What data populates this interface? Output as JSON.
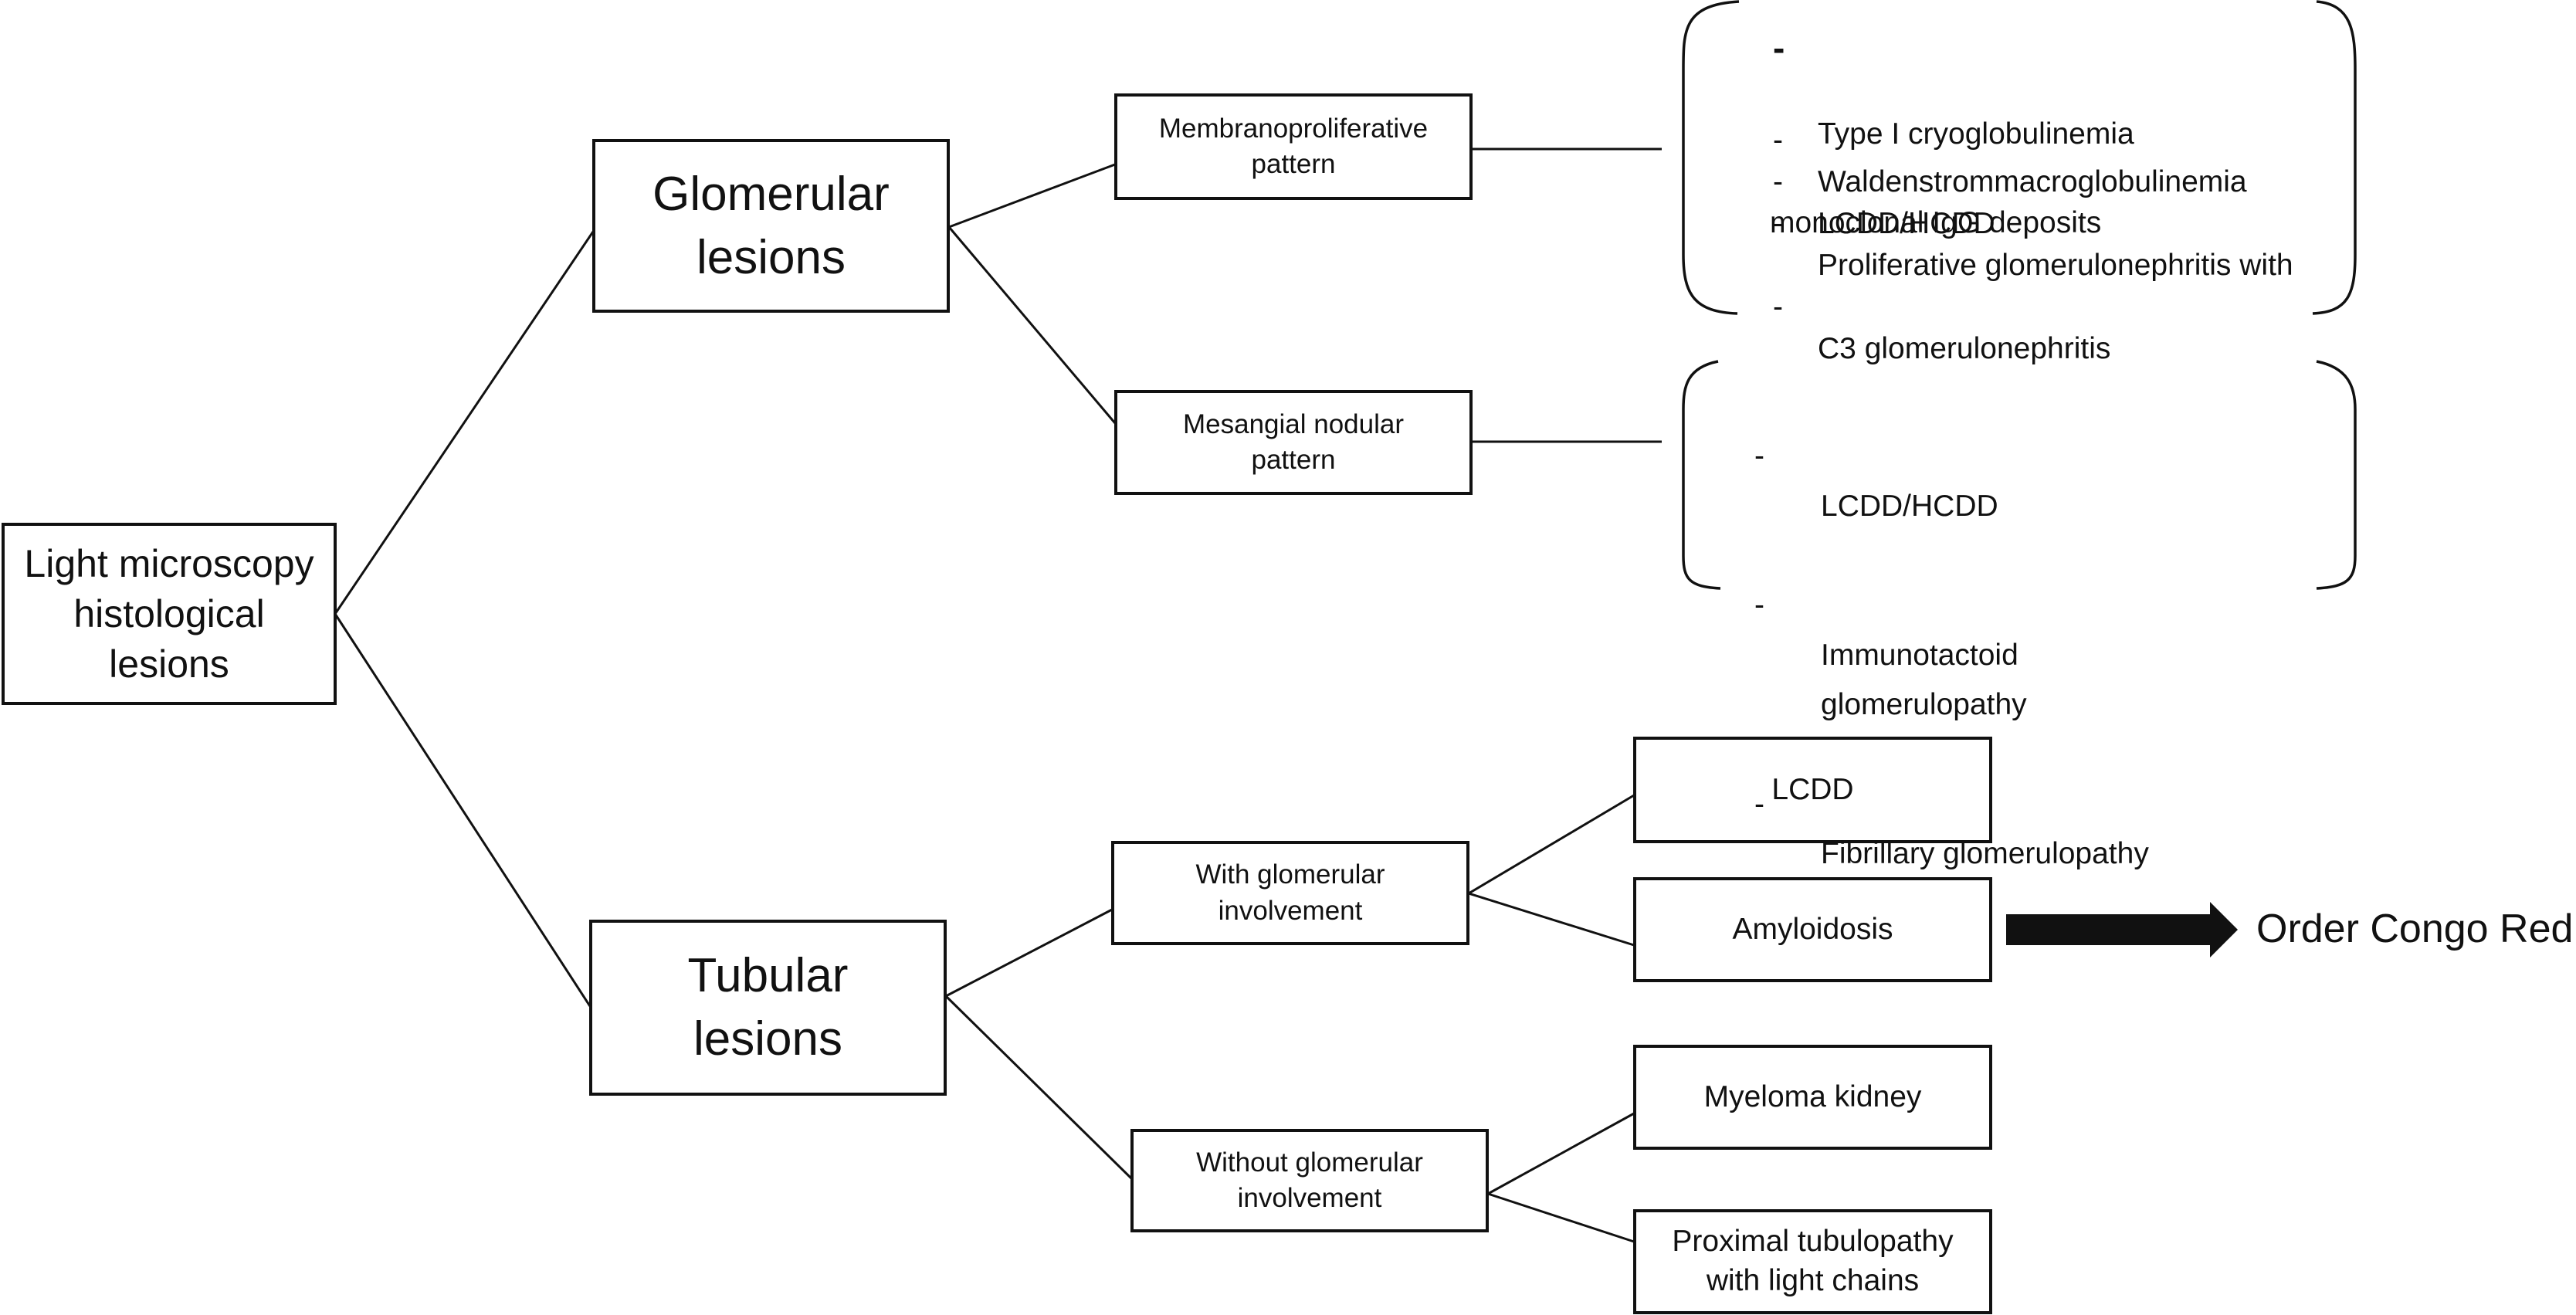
{
  "root": {
    "label": "Light microscopy\nhistological\nlesions"
  },
  "glomerular": {
    "label": "Glomerular\nlesions",
    "membranoproliferative": {
      "label": "Membranoproliferative\npattern",
      "items": [
        {
          "dash": "-",
          "text": "Type I cryoglobulinemia"
        },
        {
          "dash": "-",
          "text": "Waldenstrommacroglobulinemia"
        },
        {
          "dash": "-",
          "text": "LCDD/HCDD"
        },
        {
          "dash": "-",
          "text": "Proliferative glomerulonephritis with",
          "cont": "monoclonal IgG deposits"
        },
        {
          "dash": "-",
          "text": "C3 glomerulonephritis"
        }
      ]
    },
    "mesangial": {
      "label": "Mesangial nodular\npattern",
      "items": [
        {
          "dash": "-",
          "text": "LCDD/HCDD"
        },
        {
          "dash": "-",
          "text": "Immunotactoid\nglomerulopathy"
        },
        {
          "dash": "-",
          "text": "Fibrillary glomerulopathy"
        }
      ]
    }
  },
  "tubular": {
    "label": "Tubular\nlesions",
    "with_glomerular": {
      "label": "With glomerular\ninvolvement",
      "leaves": [
        "LCDD",
        "Amyloidosis"
      ]
    },
    "without_glomerular": {
      "label": "Without glomerular\ninvolvement",
      "leaves": [
        "Myeloma kidney",
        "Proximal tubulopathy\nwith light chains"
      ]
    }
  },
  "action": {
    "label": "Order Congo Red"
  },
  "colors": {
    "line": "#111111",
    "background": "#ffffff"
  }
}
